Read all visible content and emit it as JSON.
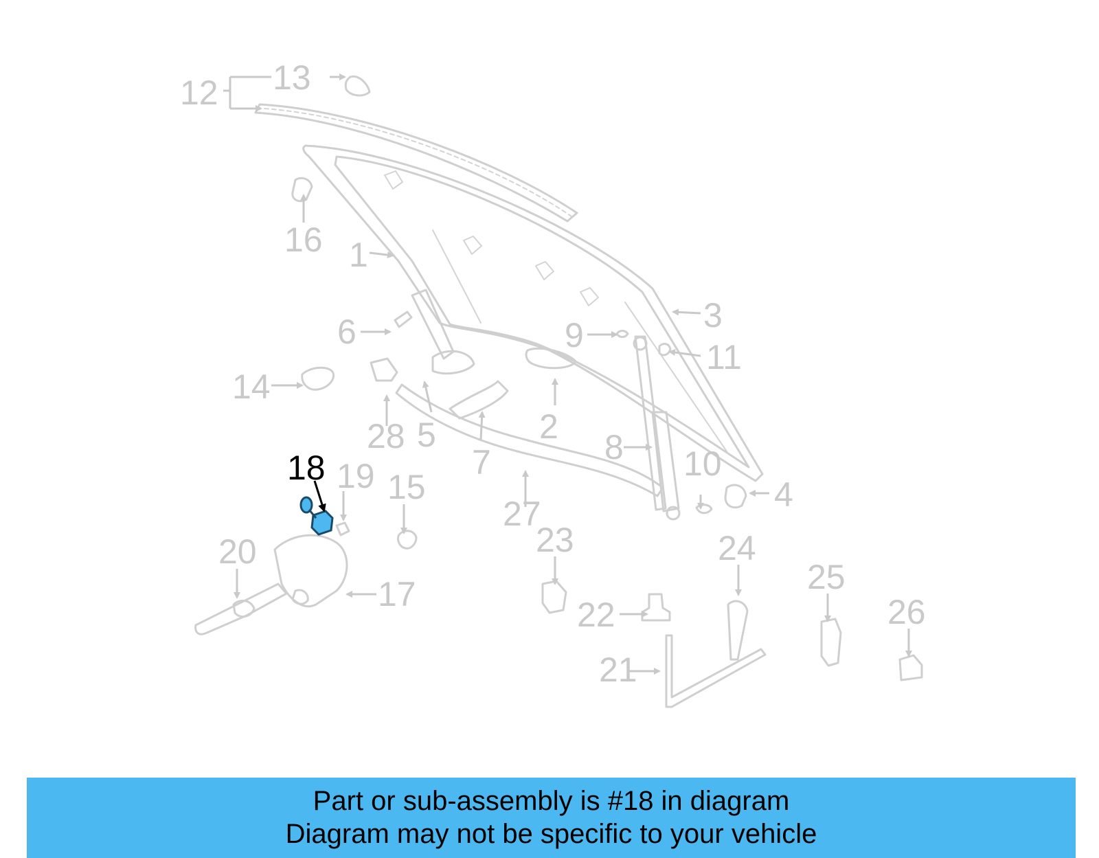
{
  "diagram": {
    "highlighted_part": "18",
    "callouts": [
      "1",
      "2",
      "3",
      "4",
      "5",
      "6",
      "7",
      "8",
      "9",
      "10",
      "11",
      "12",
      "13",
      "14",
      "15",
      "16",
      "17",
      "18",
      "19",
      "20",
      "21",
      "22",
      "23",
      "24",
      "25",
      "26",
      "27",
      "28"
    ],
    "colors": {
      "highlight_fill": "#4db8ef",
      "highlight_stroke": "#1a4a66",
      "line_gray": "#c9c9c9",
      "banner": "#4cb8f1"
    }
  },
  "banner": {
    "line1": "Part or sub-assembly is #18 in diagram",
    "line2": "Diagram may not be specific to your vehicle"
  }
}
